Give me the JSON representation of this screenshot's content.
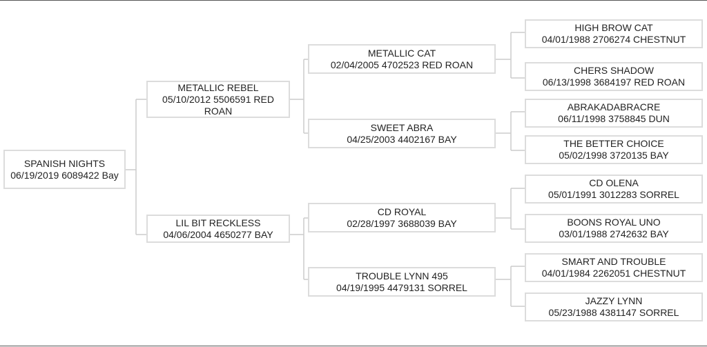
{
  "colors": {
    "box_border": "#dcdcdc",
    "connector": "#cccccc",
    "rule": "#555555",
    "text": "#222222"
  },
  "pedigree": {
    "subject": {
      "name": "SPANISH NIGHTS",
      "info": "06/19/2019 6089422 Bay"
    },
    "sire": {
      "name": "METALLIC REBEL",
      "info": "05/10/2012 5506591 RED ROAN"
    },
    "dam": {
      "name": "LIL BIT RECKLESS",
      "info": "04/06/2004 4650277 BAY"
    },
    "sire_sire": {
      "name": "METALLIC CAT",
      "info": "02/04/2005 4702523 RED ROAN"
    },
    "sire_dam": {
      "name": "SWEET ABRA",
      "info": "04/25/2003 4402167 BAY"
    },
    "dam_sire": {
      "name": "CD ROYAL",
      "info": "02/28/1997 3688039 BAY"
    },
    "dam_dam": {
      "name": "TROUBLE LYNN 495",
      "info": "04/19/1995 4479131 SORREL"
    },
    "ss_sire": {
      "name": "HIGH BROW CAT",
      "info": "04/01/1988 2706274 CHESTNUT"
    },
    "ss_dam": {
      "name": "CHERS SHADOW",
      "info": "06/13/1998 3684197 RED ROAN"
    },
    "sd_sire": {
      "name": "ABRAKADABRACRE",
      "info": "06/11/1998 3758845 DUN"
    },
    "sd_dam": {
      "name": "THE BETTER CHOICE",
      "info": "05/02/1998 3720135 BAY"
    },
    "ds_sire": {
      "name": "CD OLENA",
      "info": "05/01/1991 3012283 SORREL"
    },
    "ds_dam": {
      "name": "BOONS ROYAL UNO",
      "info": "03/01/1988 2742632 BAY"
    },
    "dd_sire": {
      "name": "SMART AND TROUBLE",
      "info": "04/01/1984 2262051 CHESTNUT"
    },
    "dd_dam": {
      "name": "JAZZY LYNN",
      "info": "05/23/1988 4381147 SORREL"
    }
  }
}
